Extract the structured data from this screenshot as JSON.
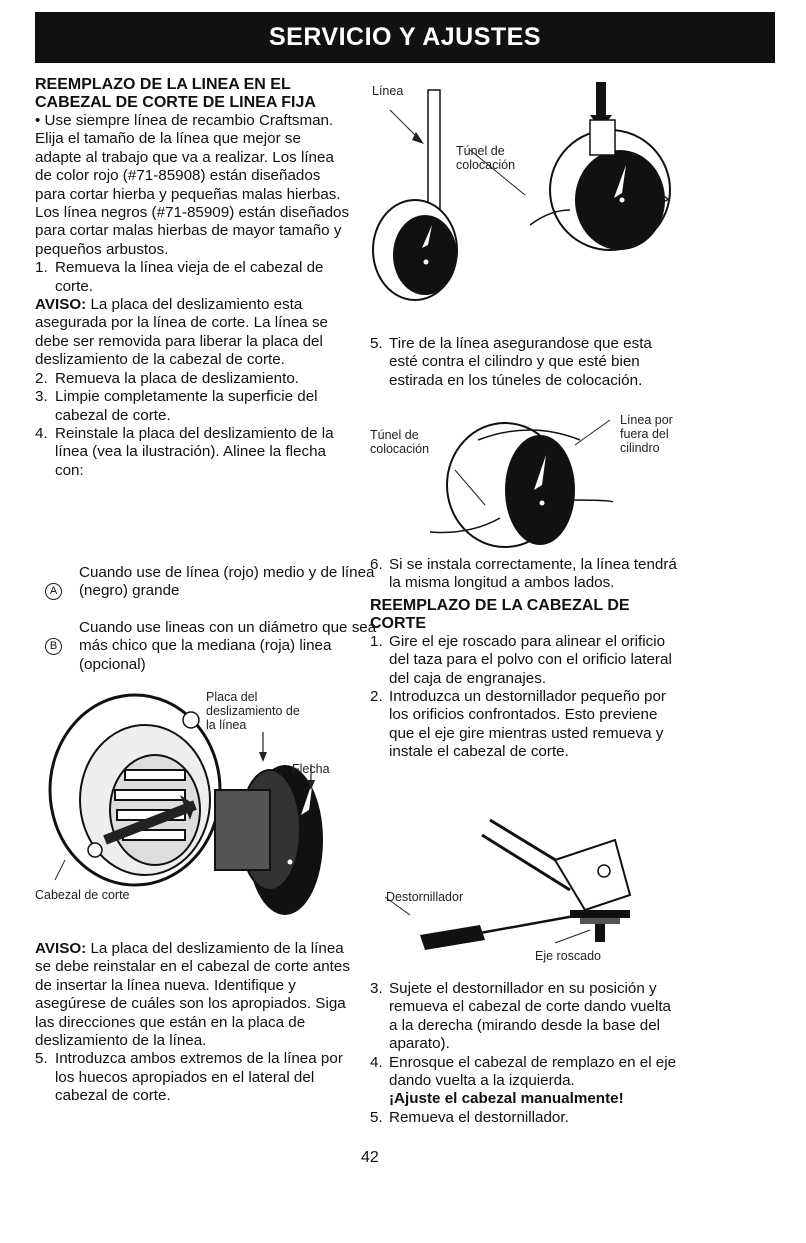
{
  "banner": "SERVICIO Y AJUSTES",
  "left": {
    "heading": "REEMPLAZO DE LA LINEA EN EL CABEZAL DE CORTE DE LINEA FIJA",
    "bullet": "• Use siempre línea de recambio Craftsman.",
    "intro": "Elija el tamaño de la línea que mejor se adapte al trabajo que va a realizar. Los línea de color rojo (#71-85908) están diseñados para cortar hierba y pequeñas malas hierbas. Los línea negros (#71-85909) están diseñados para cortar malas hierbas de mayor tamaño y pequeños arbustos.",
    "step1_num": "1.",
    "step1": "Remueva la línea vieja de el cabezal de corte.",
    "aviso1_label": "AVISO:",
    "aviso1": "La placa del deslizamiento esta asegurada por la línea de corte. La línea se debe ser removida para liberar la placa del deslizamiento de la cabezal de corte.",
    "step2_num": "2.",
    "step2": "Remueva la placa de deslizamiento.",
    "step3_num": "3.",
    "step3": "Limpie completamente la superficie del cabezal de corte.",
    "step4_num": "4.",
    "step4": "Reinstale la placa del deslizamiento de la línea (vea la ilustración). Alinee la flecha con:",
    "a_circle": "A",
    "a_text": "Cuando use de línea (rojo) medio y de línea (negro) grande",
    "b_circle": "B",
    "b_text": "Cuando use lineas con un diámetro que sea más chico que la mediana (roja) linea (opcional)",
    "fig_placa": "Placa del deslizamiento de la línea",
    "fig_flecha": "Flecha",
    "fig_cabezal": "Cabezal de corte",
    "aviso2_label": "AVISO:",
    "aviso2": "La placa del deslizamiento de la línea se debe reinstalar en el cabezal de corte antes de insertar la línea nueva. Identifique y asegúrese de cuáles son los apropiados. Siga las direcciones que están en la placa de deslizamiento de la línea.",
    "step5_num": "5.",
    "step5": "Introduzca ambos extremos de la línea por los huecos apropiados en el lateral del cabezal de corte."
  },
  "right": {
    "fig1_linea": "Línea",
    "fig1_tunel": "Túnel de colocación",
    "step5_num": "5.",
    "step5": "Tire de la línea asegurandose que esta esté contra el cilindro y que esté bien estirada en los túneles de colocación.",
    "fig2_tunel": "Túnel de colocación",
    "fig2_linea": "Línea por fuera del cilindro",
    "step6_num": "6.",
    "step6": "Si se instala correctamente, la línea tendrá la misma longitud a ambos lados.",
    "heading2": "REEMPLAZO DE LA CABEZAL DE CORTE",
    "r1_num": "1.",
    "r1": "Gire el eje roscado para alinear el orificio del taza para el polvo con el orificio lateral del caja de engranajes.",
    "r2_num": "2.",
    "r2": "Introduzca un destornillador pequeño por los orificios confrontados. Esto previene que el eje gire mientras usted remueva y instale el cabezal de corte.",
    "fig3_destornillador": "Destornillador",
    "fig3_eje": "Eje roscado",
    "r3_num": "3.",
    "r3": "Sujete el destornillador en su posición y remueva el cabezal de corte dando vuelta a la derecha (mirando desde la base del aparato).",
    "r4_num": "4.",
    "r4": "Enrosque el cabezal de remplazo en el eje dando vuelta a la izquierda.",
    "r4_bold": "¡Ajuste el cabezal manualmente!",
    "r5_num": "5.",
    "r5": "Remueva el destornillador."
  },
  "page_number": "42"
}
